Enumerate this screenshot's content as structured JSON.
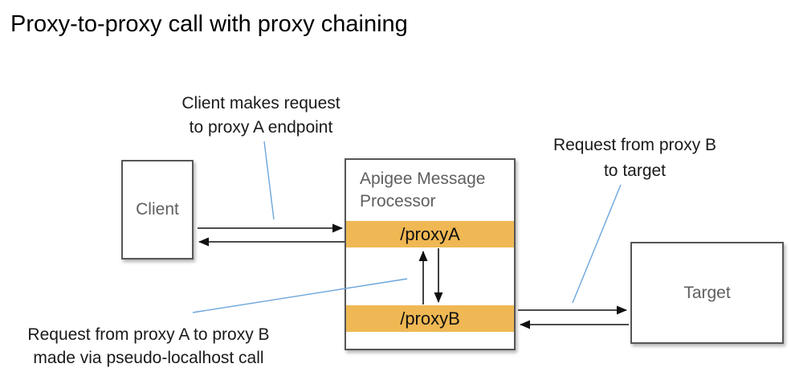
{
  "title": "Proxy-to-proxy call with proxy chaining",
  "nodes": {
    "client": {
      "label": "Client"
    },
    "apigee": {
      "label": "Apigee Message Processor",
      "proxy_a_label": "/proxyA",
      "proxy_b_label": "/proxyB"
    },
    "target": {
      "label": "Target"
    }
  },
  "annotations": {
    "client_request": {
      "line1": "Client makes request",
      "line2": "to proxy A endpoint"
    },
    "proxy_b_to_target": {
      "line1": "Request from proxy B",
      "line2": "to target"
    },
    "proxy_a_to_proxy_b": {
      "line1": "Request from proxy A to proxy B",
      "line2": "made via pseudo-localhost call"
    }
  },
  "edges": [
    {
      "from": "Client",
      "to": "/proxyA",
      "kind": "request"
    },
    {
      "from": "/proxyA",
      "to": "Client",
      "kind": "response"
    },
    {
      "from": "/proxyA",
      "to": "/proxyB",
      "kind": "request via pseudo-localhost call"
    },
    {
      "from": "/proxyB",
      "to": "/proxyA",
      "kind": "response"
    },
    {
      "from": "/proxyB",
      "to": "Target",
      "kind": "request"
    },
    {
      "from": "Target",
      "to": "/proxyB",
      "kind": "response"
    }
  ],
  "colors": {
    "proxy_bar_orange": "#EFB854",
    "annotation_line_blue": "#6CA5DC",
    "box_border_gray": "#565656",
    "muted_label_gray": "#5F5F5F",
    "arrow_black": "#111111"
  }
}
